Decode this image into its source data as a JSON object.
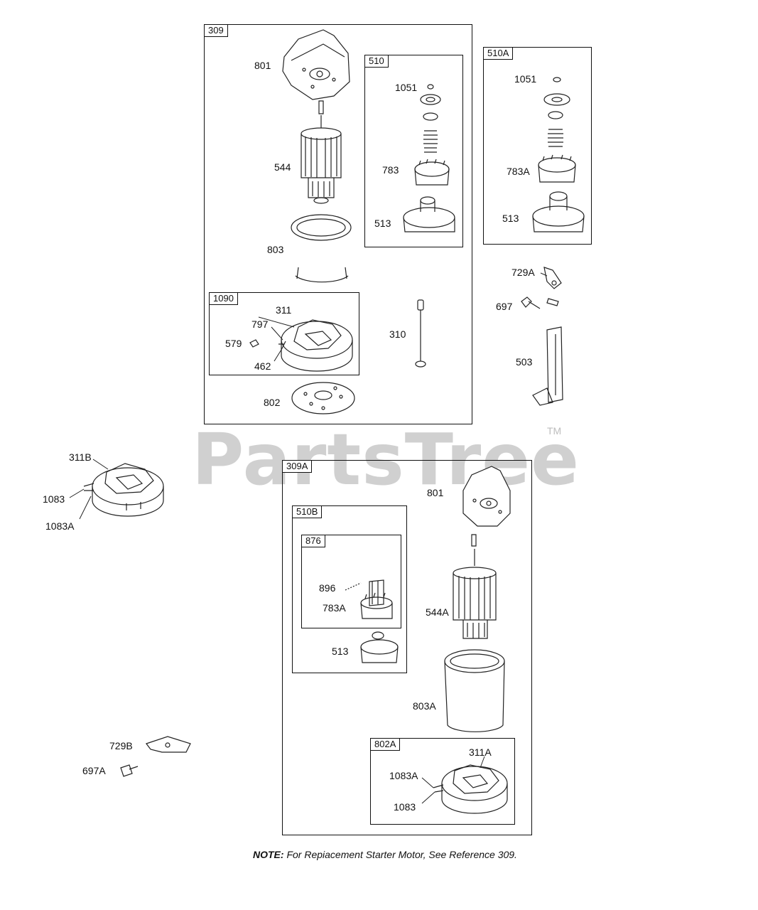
{
  "watermark": {
    "brand": "PartsTree",
    "trademark": "TM"
  },
  "note": {
    "prefix": "NOTE:",
    "text": " For Repiacement Starter Motor, See Reference 309."
  },
  "groups": {
    "g309": "309",
    "g510": "510",
    "g510A": "510A",
    "g1090": "1090",
    "g309A": "309A",
    "g510B": "510B",
    "g876": "876",
    "g802A": "802A"
  },
  "labels": {
    "p801": "801",
    "p544": "544",
    "p803": "803",
    "p1051": "1051",
    "p783": "783",
    "p513": "513",
    "p1051a": "1051",
    "p783A": "783A",
    "p513a": "513",
    "p311": "311",
    "p797": "797",
    "p579": "579",
    "p462": "462",
    "p310": "310",
    "p802": "802",
    "p729A": "729A",
    "p697": "697",
    "p503": "503",
    "p311B": "311B",
    "p1083": "1083",
    "p1083A": "1083A",
    "p801b": "801",
    "p896": "896",
    "p783Ab": "783A",
    "p544A": "544A",
    "p513b": "513",
    "p803A": "803A",
    "p311A": "311A",
    "p1083Ab": "1083A",
    "p1083b": "1083",
    "p729B": "729B",
    "p697A": "697A"
  }
}
